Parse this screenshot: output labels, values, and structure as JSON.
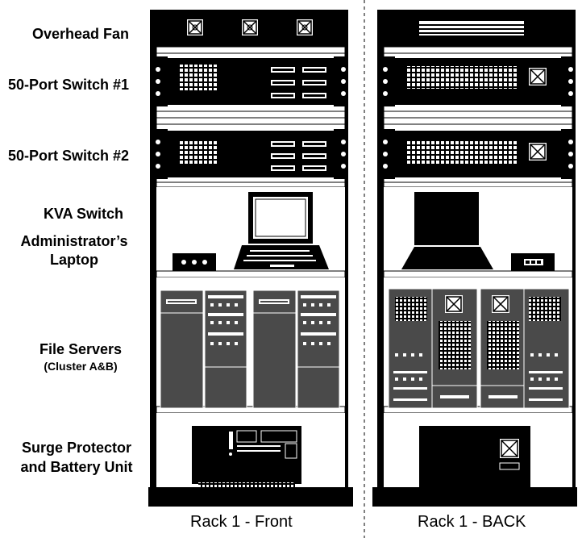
{
  "labels": {
    "overhead_fan": "Overhead Fan",
    "switch1": "50-Port Switch #1",
    "switch2": "50-Port Switch #2",
    "kva_switch": "KVA Switch",
    "laptop_line1": "Administrator’s",
    "laptop_line2": "Laptop",
    "file_servers": "File Servers",
    "file_servers_sub": "(Cluster A&B)",
    "surge_line1": "Surge Protector",
    "surge_line2": "and Battery Unit"
  },
  "captions": {
    "front": "Rack 1 - Front",
    "back": "Rack 1 - BACK"
  },
  "colors": {
    "ink": "#000000",
    "panel_gray": "#4a4a4a",
    "rail_gray": "#e6e6e6",
    "background": "#ffffff"
  }
}
